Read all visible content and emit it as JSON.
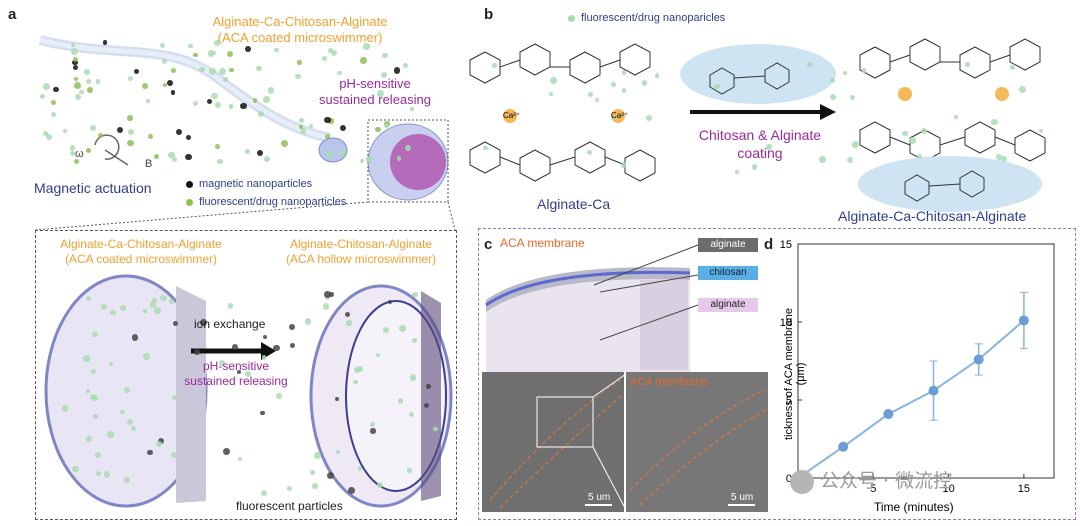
{
  "panels": {
    "a": {
      "letter": "a",
      "title_line1": "Alginate-Ca-Chitosan-Alginate",
      "title_line2": "(ACA coated microswimmer)",
      "ph_line1": "pH-sensitive",
      "ph_line2": "sustained releasing",
      "omega": "ω",
      "b_field": "B",
      "actuation": "Magnetic actuation",
      "legend": [
        {
          "label": "magnetic nanoparticles",
          "color": "#111111"
        },
        {
          "label": "fluorescent/drug nanoparticles",
          "color": "#8cc152"
        }
      ],
      "inset": {
        "left_line1": "Alginate-Ca-Chitosan-Alginate",
        "left_line2": "(ACA coated microswimmer)",
        "right_line1": "Alginate-Chitosan-Alginate",
        "right_line2": "(ACA hollow microswimmer)",
        "ion_exchange": "ion exchange",
        "ph_line1": "pH-sensitive",
        "ph_line2": "sustained releasing",
        "particles_label": "fluorescent particles"
      }
    },
    "b": {
      "letter": "b",
      "legend": "fluorescent/drug nanoparicles",
      "left_label": "Alginate-Ca",
      "arrow_line1": "Chitosan & Alginate",
      "arrow_line2": "coating",
      "right_label": "Alginate-Ca-Chitosan-Alginate",
      "ca_label": "Ca²⁺"
    },
    "c": {
      "letter": "c",
      "membrane_label": "ACA membrane",
      "layers": [
        "alginate",
        "chitosan",
        "alginate"
      ],
      "sem_label": "ACA membrane",
      "scale_left": "5 um",
      "scale_right": "5 um"
    },
    "d": {
      "letter": "d"
    }
  },
  "colors": {
    "orange": "#f0a030",
    "purple": "#9a2a9a",
    "navy": "#2f3d8f",
    "green_particle": "#a8dcb0",
    "chart_line": "#8ab4e0",
    "chart_point": "#6a9ed6"
  },
  "chart_data": {
    "type": "line",
    "title": "",
    "xlabel": "Time (minutes)",
    "ylabel": "tickness of ACA membrane (μm)",
    "xlim": [
      0,
      17
    ],
    "ylim": [
      0,
      15
    ],
    "xticks": [
      "0",
      "5",
      "10",
      "15"
    ],
    "yticks": [
      "0",
      "5",
      "10",
      "15"
    ],
    "series": [
      {
        "x": [
          0,
          3,
          6,
          9,
          12,
          15
        ],
        "y": [
          0,
          2.0,
          4.1,
          5.6,
          7.6,
          10.1
        ],
        "err": [
          0,
          0,
          0,
          1.9,
          1.0,
          1.8
        ]
      }
    ]
  },
  "watermark": "公众号 · 微流控"
}
